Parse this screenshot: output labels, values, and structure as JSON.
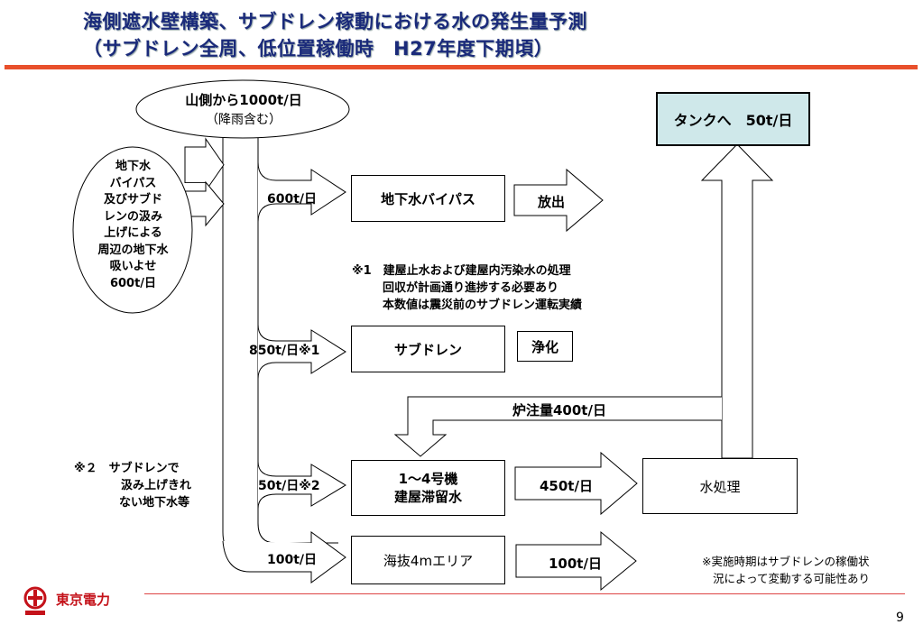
{
  "header": {
    "title_line1": "海側遮水壁構築、サブドレン稼動における水の発生量予測",
    "title_line2": "（サブドレン全周、低位置稼働時　H27年度下期頃）"
  },
  "diagram": {
    "mountain_source": {
      "line1": "山側から1000t/日",
      "line2": "（降雨含む）"
    },
    "groundwater_ellipse": [
      "地下水",
      "バイパス",
      "及びサブド",
      "レンの汲み",
      "上げによる",
      "周辺の地下水",
      "吸いよせ",
      "600t/日"
    ],
    "flows": {
      "bypass": "600t/日",
      "subdrain": "850t/日※1",
      "buildings": "50t/日※2",
      "coastal": "100t/日",
      "to_treatment": "450t/日",
      "coastal_out": "100t/日",
      "reactor_injection": "炉注量400t/日"
    },
    "boxes": {
      "bypass": "地下水バイパス",
      "discharge": "放出",
      "subdrain": "サブドレン",
      "purify": "浄化",
      "buildings_line1": "1～4号機",
      "buildings_line2": "建屋滞留水",
      "coastal": "海抜4mエリア",
      "water_treatment": "水処理",
      "tank": "タンクへ　50t/日"
    },
    "note1": [
      "※1　建屋止水および建屋内汚染水の処理",
      "回収が計画通り進捗する必要あり",
      "本数値は震災前のサブドレン運転実績"
    ],
    "note2": [
      "※２　サブドレンで",
      "汲み上げきれ",
      "ない地下水等"
    ],
    "note3": [
      "※実施時期はサブドレンの稼働状",
      "況によって変動する可能性あり"
    ]
  },
  "footer": {
    "company_logo_text": "東京電力",
    "page_number": "9"
  },
  "colors": {
    "title": "#1a2a7a",
    "rule": "#e8502b",
    "tank_fill": "#cfe8ea",
    "logo": "#c4121a"
  }
}
